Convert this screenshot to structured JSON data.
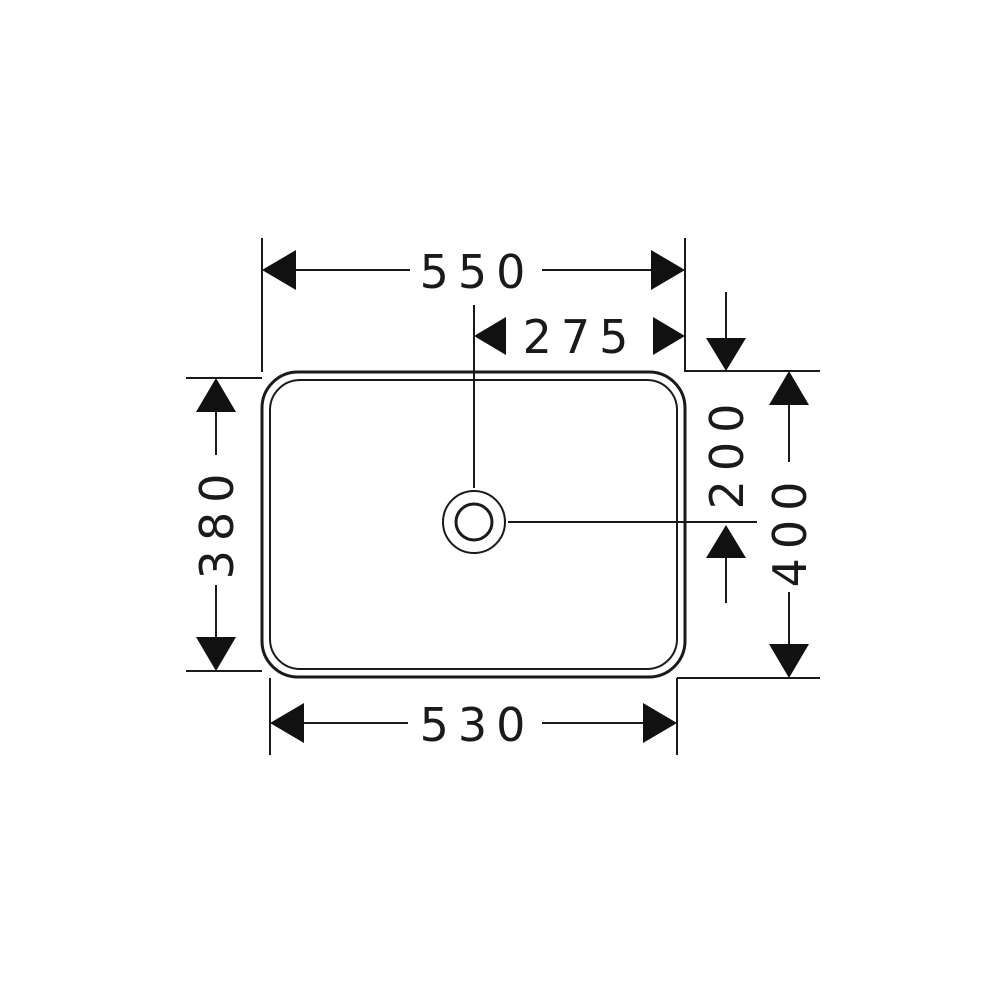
{
  "dimensions": {
    "overall_width": "550",
    "center_offset": "275",
    "bottom_width": "530",
    "inner_depth": "380",
    "drain_offset": "200",
    "overall_depth": "400"
  },
  "colors": {
    "line": "#1a1a1a",
    "background": "#ffffff"
  }
}
